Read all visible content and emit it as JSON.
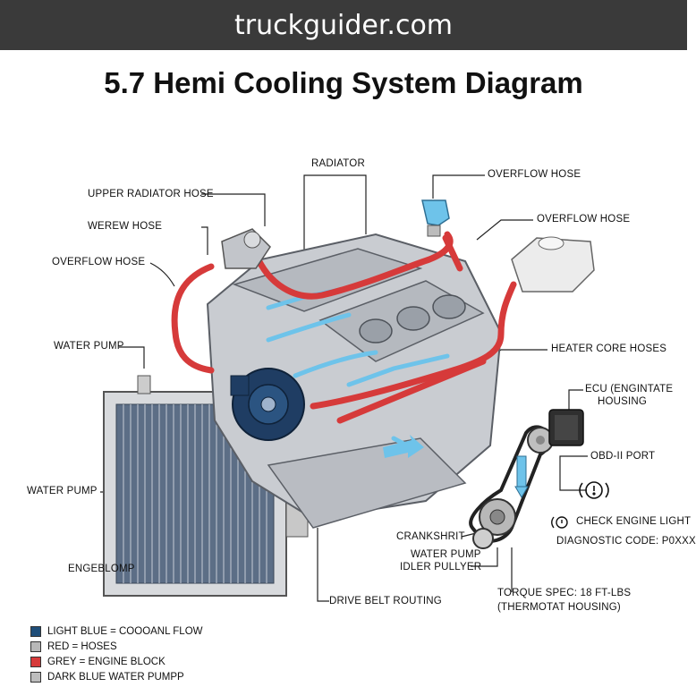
{
  "banner": {
    "site": "truckguider.com"
  },
  "title": "5.7 Hemi Cooling System Diagram",
  "labels": {
    "radiator": "RADIATOR",
    "overflow_hose_top": "OVERFLOW HOSE",
    "upper_radiator_hose": "UPPER RADIATOR HOSE",
    "overflow_hose_right": "OVERFLOW HOSE",
    "werew_hose": "WEREW HOSE",
    "overflow_hose_left": "OVERFLOW HOSE",
    "water_pump_top": "WATER PUMP",
    "heater_core_hoses": "HEATER CORE HOSES",
    "ecu_line1": "ECU (ENGINTATE",
    "ecu_line2": "HOUSING",
    "water_pump_left": "WATER PUMP",
    "obd_port": "OBD-II PORT",
    "check_engine_light": "CHECK ENGINE LIGHT",
    "diagnostic_code": "DIAGNOSTIC CODE: P0XXX",
    "crankshaft": "CRANKSHRIT",
    "water_pump_idler_line1": "WATER PUMP",
    "water_pump_idler_line2": "IDLER PULLYER",
    "engeblomp": "ENGEBLOMP",
    "drive_belt_routing": "DRIVE BELT ROUTING",
    "torque_line1": "TORQUE SPEC: 18 FT-LBS",
    "torque_line2": "(THERMOTAT HOUSING)"
  },
  "legend": [
    {
      "text": "LIGHT BLUE = COOOANL FLOW",
      "color": "#1f4e79"
    },
    {
      "text": "RED = HOSES",
      "color": "#b8b8b8"
    },
    {
      "text": "GREY = ENGINE BLOCK",
      "color": "#d63a3a"
    },
    {
      "text": "DARK BLUE WATER PUMPP",
      "color": "#bdbdbd"
    }
  ],
  "colors": {
    "coolant": "#6ec3ea",
    "hose": "#d63a3a",
    "engine": "#c9ccd1",
    "pump": "#1f3d63",
    "banner": "#3a3a3a"
  }
}
